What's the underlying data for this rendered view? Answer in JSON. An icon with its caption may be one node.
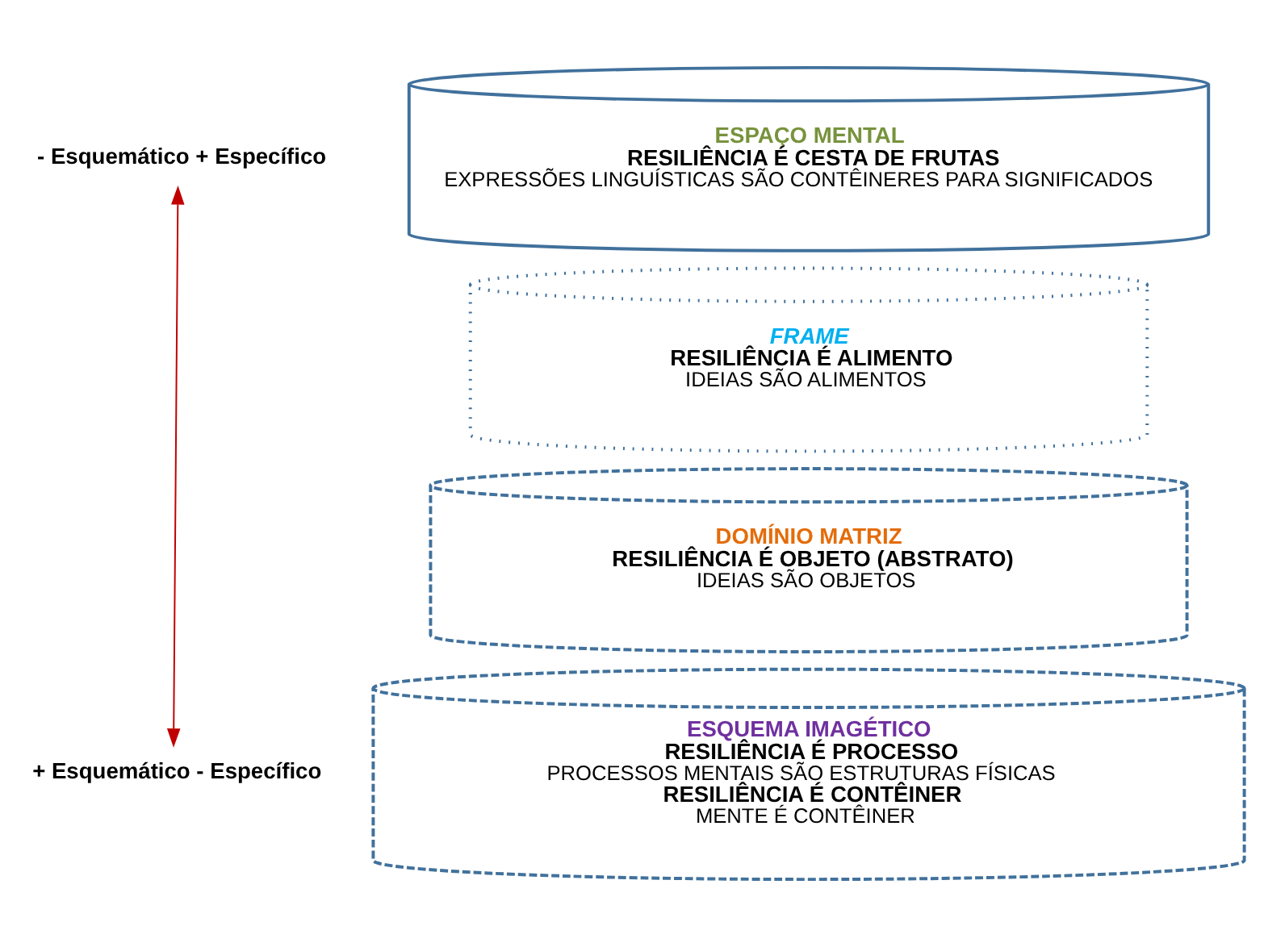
{
  "diagram": {
    "nodes": [
      {
        "text": [
          "- Esquemático + Específico"
        ]
      },
      {
        "text": [
          "+ Esquemático - Específico"
        ]
      },
      {
        "text": [
          "ESPAÇO MENTAL",
          "RESILIÊNCIA É CESTA DE FRUTAS",
          "EXPRESSÕES LINGUÍSTICAS SÃO CONTÊINERES PARA SIGNIFICADOS"
        ]
      },
      {
        "text": [
          "FRAME",
          "RESILIÊNCIA É ALIMENTO",
          "IDEIAS SÃO ALIMENTOS"
        ]
      },
      {
        "text": [
          "DOMÍNIO MATRIZ",
          "RESILIÊNCIA É OBJETO (ABSTRATO)",
          "IDEIAS SÃO OBJETOS"
        ]
      },
      {
        "text": [
          "ESQUEMA IMAGÉTICO",
          "RESILIÊNCIA É PROCESSO",
          "PROCESSOS MENTAIS SÃO ESTRUTURAS FÍSICAS",
          "RESILIÊNCIA É CONTÊINER",
          "MENTE É CONTÊINER"
        ]
      }
    ],
    "edges": [
      {
        "from": 0,
        "to": 1,
        "arrow": "both",
        "color": "#c00000"
      }
    ]
  }
}
